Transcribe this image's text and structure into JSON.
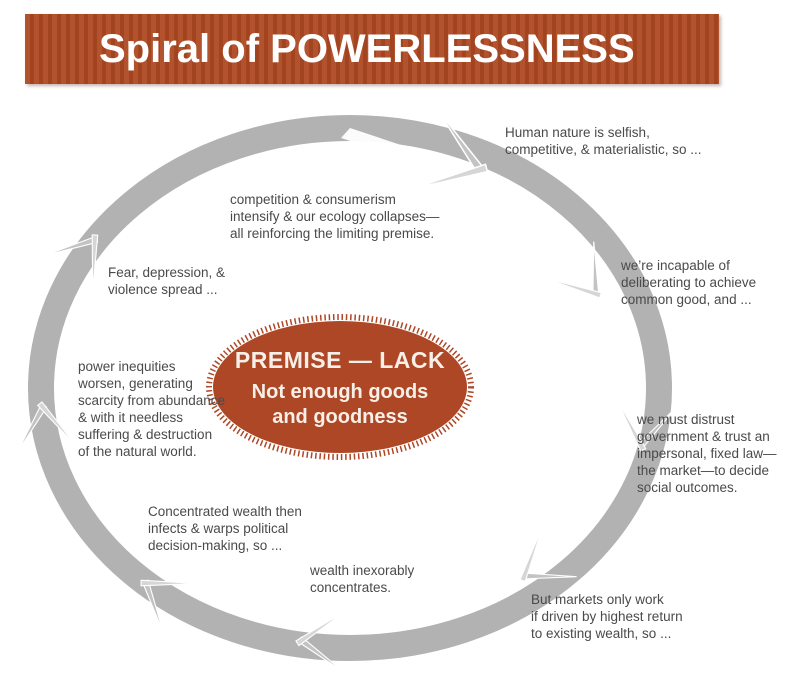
{
  "title": {
    "text": "Spiral of POWERLESSNESS"
  },
  "colors": {
    "banner_light": "#b2532e",
    "banner_dark": "#a34421",
    "title_text": "#ffffff",
    "ring": "#b2b2b2",
    "chevron_dark": "#c3c3c3",
    "chevron_light": "#d6d6d6",
    "ellipse_fill": "#ae4726",
    "ellipse_text": "#f7f0e8",
    "label_text": "#4a4a4a"
  },
  "center": {
    "heading": "PREMISE — LACK",
    "line2": "Not enough goods",
    "line3": "and goodness"
  },
  "labels": [
    {
      "id": "human-nature",
      "text": "Human nature is selfish,\ncompetitive, & materialistic, so ..."
    },
    {
      "id": "incapable-deliberating",
      "text": "we’re incapable of\ndeliberating to achieve\ncommon good, and ..."
    },
    {
      "id": "distrust-government",
      "text": "we must distrust\ngovernment & trust an\nimpersonal, fixed law—\nthe market—to decide\nsocial outcomes."
    },
    {
      "id": "markets-only-work",
      "text": "But markets only work\nif driven by highest return\nto existing wealth, so ..."
    },
    {
      "id": "wealth-concentrates",
      "text": "wealth inexorably\nconcentrates."
    },
    {
      "id": "concentrated-wealth",
      "text": "Concentrated wealth then\ninfects & warps political\ndecision-making, so ..."
    },
    {
      "id": "power-inequities",
      "text": "power inequities\nworsen, generating\nscarcity from abundance\n& with it needless\nsuffering & destruction\nof the natural world."
    },
    {
      "id": "fear-depression",
      "text": "Fear, depression, &\nviolence spread ..."
    },
    {
      "id": "competition-consumerism",
      "text": "competition & consumerism\nintensify & our ecology collapses—\nall reinforcing the limiting premise."
    }
  ]
}
